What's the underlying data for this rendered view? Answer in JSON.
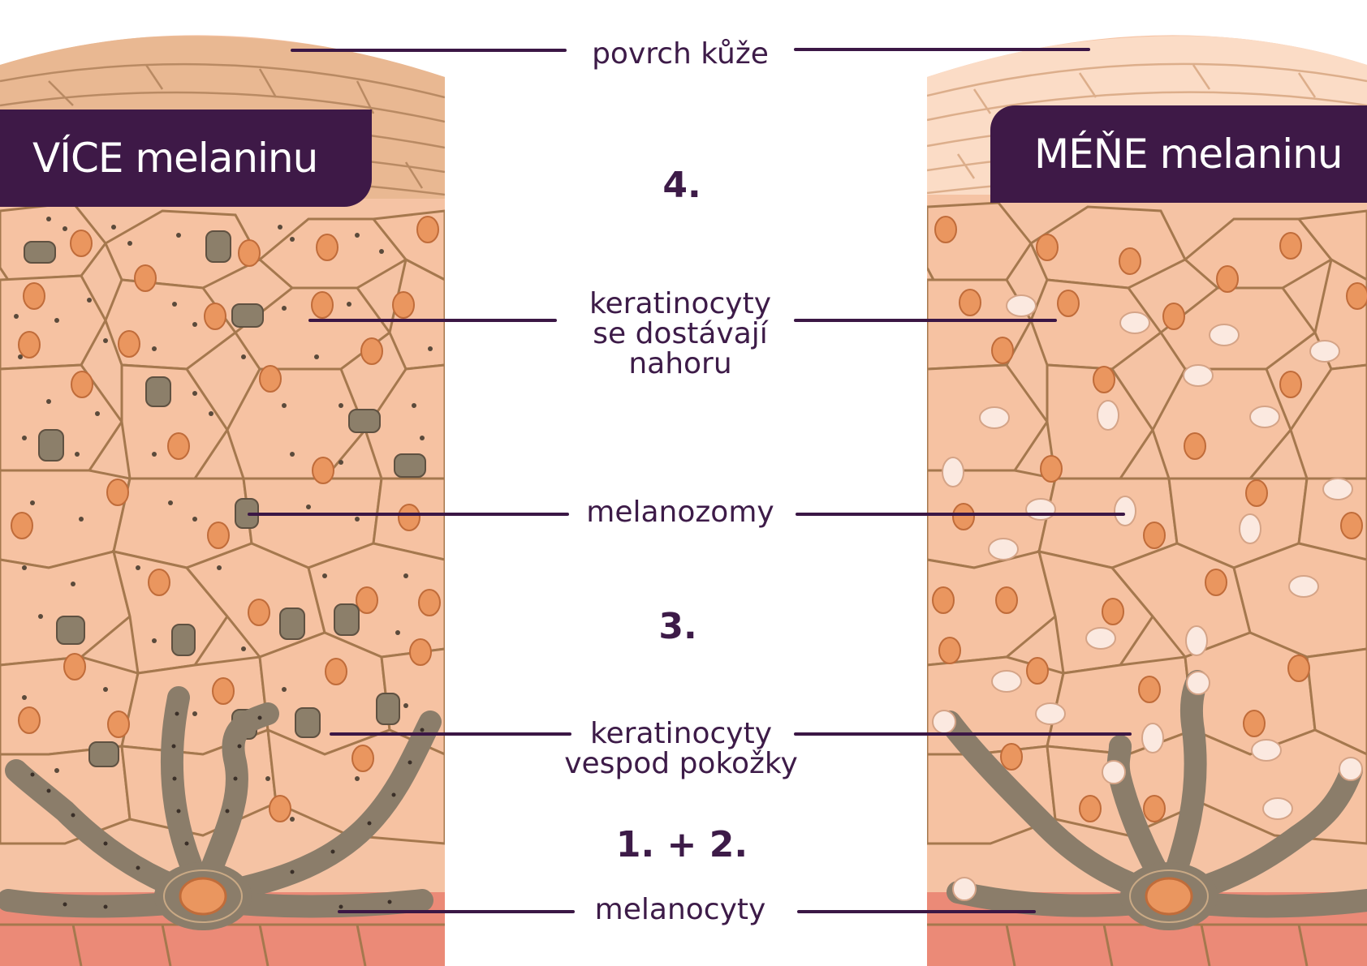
{
  "panels": {
    "left": {
      "title": "VÍCE melaninu"
    },
    "right": {
      "title": "MÉŇE melaninu"
    }
  },
  "labels": {
    "skin_surface": "povrch kůže",
    "keratinocytes_up": [
      "keratinocyty",
      "se dostávají",
      "nahoru"
    ],
    "melanosomes": "melanozomy",
    "keratinocytes_bottom": [
      "keratinocyty",
      "vespod pokožky"
    ],
    "melanocytes": "melanocyty"
  },
  "steps": {
    "step4": "4.",
    "step3": "3.",
    "step12": "1. + 2."
  },
  "colors": {
    "accent": "#3e1947",
    "text": "#3d1b48",
    "cell_fill": "#f6c2a2",
    "cell_border": "#a5784e",
    "nucleus": "#e9955f",
    "melanin_dark": "#8b7d6a",
    "melanosome_light": "#fbe9e0",
    "basal_layer": "#ea8774",
    "stratum_corneum": "#e8b58f"
  }
}
